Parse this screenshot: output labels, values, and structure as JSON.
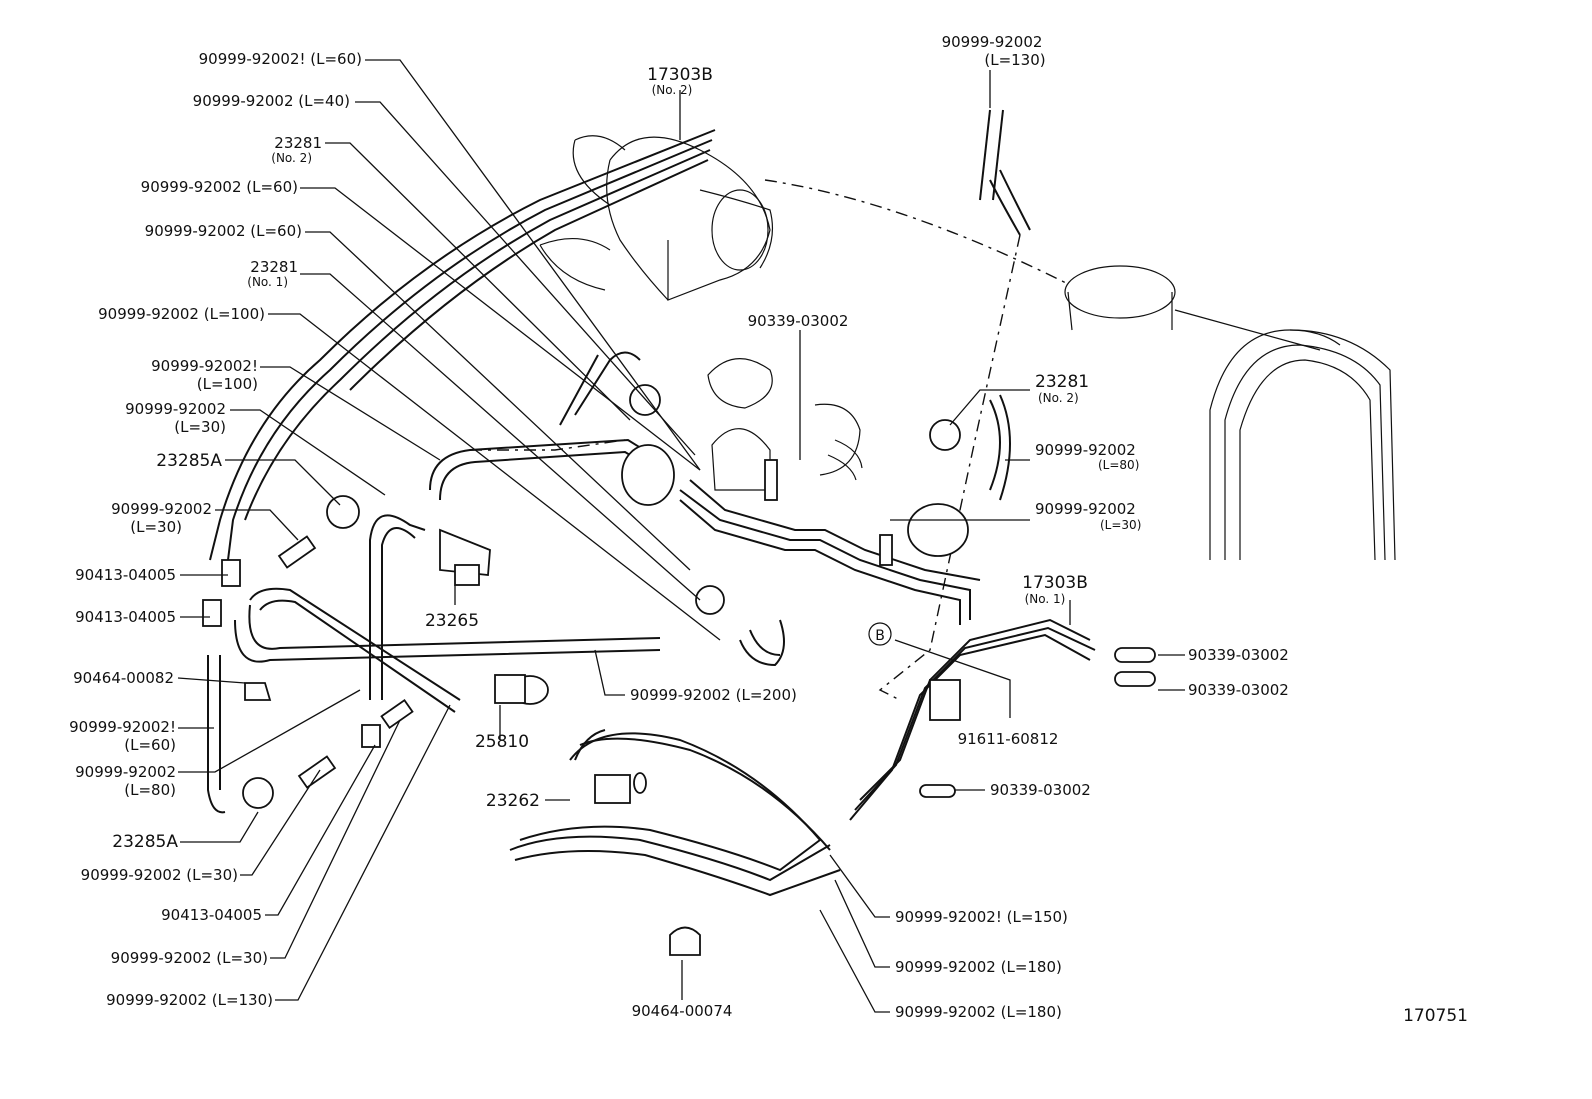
{
  "callouts": {
    "c01": {
      "line1": "90999-92002! (L=60)"
    },
    "c02": {
      "line1": "90999-92002 (L=40)"
    },
    "c03": {
      "line1": "23281",
      "line2": "(No. 2)"
    },
    "c04": {
      "line1": "90999-92002 (L=60)"
    },
    "c05": {
      "line1": "90999-92002 (L=60)"
    },
    "c06": {
      "line1": "23281",
      "line2": "(No. 1)"
    },
    "c07": {
      "line1": "90999-92002 (L=100)"
    },
    "c08": {
      "line1": "90999-92002!",
      "line2": "(L=100)"
    },
    "c09": {
      "line1": "90999-92002",
      "line2": "(L=30)"
    },
    "c10": {
      "line1": "23285A"
    },
    "c11": {
      "line1": "90999-92002",
      "line2": "(L=30)"
    },
    "c12": {
      "line1": "90413-04005"
    },
    "c13": {
      "line1": "90413-04005"
    },
    "c14": {
      "line1": "90464-00082"
    },
    "c15": {
      "line1": "90999-92002!",
      "line2": "(L=60)"
    },
    "c16": {
      "line1": "90999-92002",
      "line2": "(L=80)"
    },
    "c17": {
      "line1": "23285A"
    },
    "c18": {
      "line1": "90999-92002 (L=30)"
    },
    "c19": {
      "line1": "90413-04005"
    },
    "c20": {
      "line1": "90999-92002 (L=30)"
    },
    "c21": {
      "line1": "90999-92002 (L=130)"
    },
    "c22": {
      "line1": "17303B",
      "line2": "(No. 2)"
    },
    "c23": {
      "line1": "90999-92002",
      "line2": "(L=130)"
    },
    "c24": {
      "line1": "90339-03002"
    },
    "c25": {
      "line1": "23281",
      "line2": "(No. 2)"
    },
    "c26": {
      "line1": "90999-92002",
      "line2": "(L=80)"
    },
    "c27": {
      "line1": "90999-92002",
      "line2": "(L=30)"
    },
    "c28": {
      "line1": "17303B",
      "line2": "(No. 1)"
    },
    "c29": {
      "line1": "90339-03002"
    },
    "c30": {
      "line1": "90339-03002"
    },
    "c31": {
      "line1": "91611-60812"
    },
    "c32": {
      "line1": "23265"
    },
    "c33": {
      "line1": "90999-92002 (L=200)"
    },
    "c34": {
      "line1": "25810"
    },
    "c35": {
      "line1": "23262"
    },
    "c36": {
      "line1": "90339-03002"
    },
    "c37": {
      "line1": "90999-92002! (L=150)"
    },
    "c38": {
      "line1": "90999-92002 (L=180)"
    },
    "c39": {
      "line1": "90999-92002 (L=180)"
    },
    "c40": {
      "line1": "90464-00074"
    },
    "ref": {
      "line1": "B"
    }
  },
  "figure_number": "170751"
}
